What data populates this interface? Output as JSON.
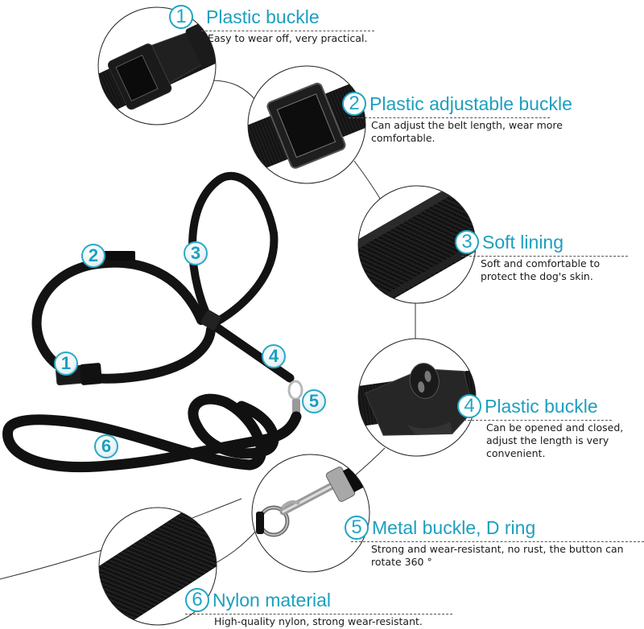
{
  "colors": {
    "accent": "#1c9fbf",
    "strap": "#111111",
    "rule": "#555555",
    "text": "#1a1a1a"
  },
  "features": [
    {
      "number": "1",
      "title": "Plastic buckle",
      "description": "Easy to wear off, very practical.",
      "icon": "side-release-buckle"
    },
    {
      "number": "2",
      "title": "Plastic adjustable buckle",
      "description": "Can adjust the belt length, wear more comfortable.",
      "icon": "tri-glide-slider"
    },
    {
      "number": "3",
      "title": "Soft lining",
      "description": "Soft and comfortable to protect the dog's skin.",
      "icon": "padded-strap"
    },
    {
      "number": "4",
      "title": "Plastic buckle",
      "description": "Can be opened and closed, adjust the length is very convenient.",
      "icon": "cam-buckle"
    },
    {
      "number": "5",
      "title": "Metal buckle, D ring",
      "description": "Strong and wear-resistant, no rust, the button can rotate 360 °",
      "icon": "snap-hook-d-ring"
    },
    {
      "number": "6",
      "title": "Nylon material",
      "description": "High-quality nylon, strong wear-resistant.",
      "icon": "nylon-webbing"
    }
  ],
  "product_markers": [
    {
      "number": "1"
    },
    {
      "number": "2"
    },
    {
      "number": "3"
    },
    {
      "number": "4"
    },
    {
      "number": "5"
    },
    {
      "number": "6"
    }
  ]
}
